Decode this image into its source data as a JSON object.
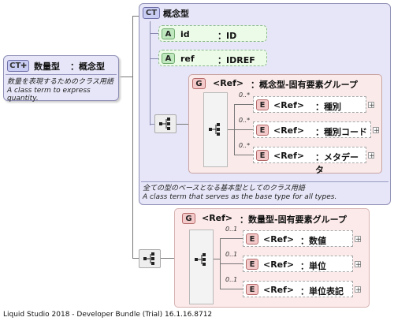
{
  "root": {
    "badge": "CT",
    "name": "数量型",
    "base": "：概念型",
    "desc_ja": "数量を表現するためのクラス用語",
    "desc_en": "A class term to express quantity."
  },
  "concept_type": {
    "badge": "CT",
    "title": "概念型",
    "attributes": [
      {
        "badge": "A",
        "name": "id",
        "type": "：ID"
      },
      {
        "badge": "A",
        "name": "ref",
        "type": "：IDREF"
      }
    ],
    "group": {
      "badge": "G",
      "ref": "<Ref>",
      "name": "：概念型-固有要素グループ",
      "elements": [
        {
          "occ": "0..*",
          "badge": "E",
          "ref": "<Ref>",
          "name": "：種別"
        },
        {
          "occ": "0..*",
          "badge": "E",
          "ref": "<Ref>",
          "name": "：種別コード"
        },
        {
          "occ": "0..*",
          "badge": "E",
          "ref": "<Ref>",
          "name": "：メタデータ"
        }
      ]
    },
    "desc_ja": "全ての型のベースとなる基本型としてのクラス用語",
    "desc_en": "A class term that serves as the base type for all types."
  },
  "quantity_group": {
    "badge": "G",
    "ref": "<Ref>",
    "name": "：数量型-固有要素グループ",
    "elements": [
      {
        "occ": "0..1",
        "badge": "E",
        "ref": "<Ref>",
        "name": "：数値"
      },
      {
        "occ": "0..1",
        "badge": "E",
        "ref": "<Ref>",
        "name": "：単位"
      },
      {
        "occ": "0..1",
        "badge": "E",
        "ref": "<Ref>",
        "name": "：単位表記"
      }
    ]
  },
  "footer": "Liquid Studio 2018 - Developer Bundle (Trial) 16.1.16.8712"
}
